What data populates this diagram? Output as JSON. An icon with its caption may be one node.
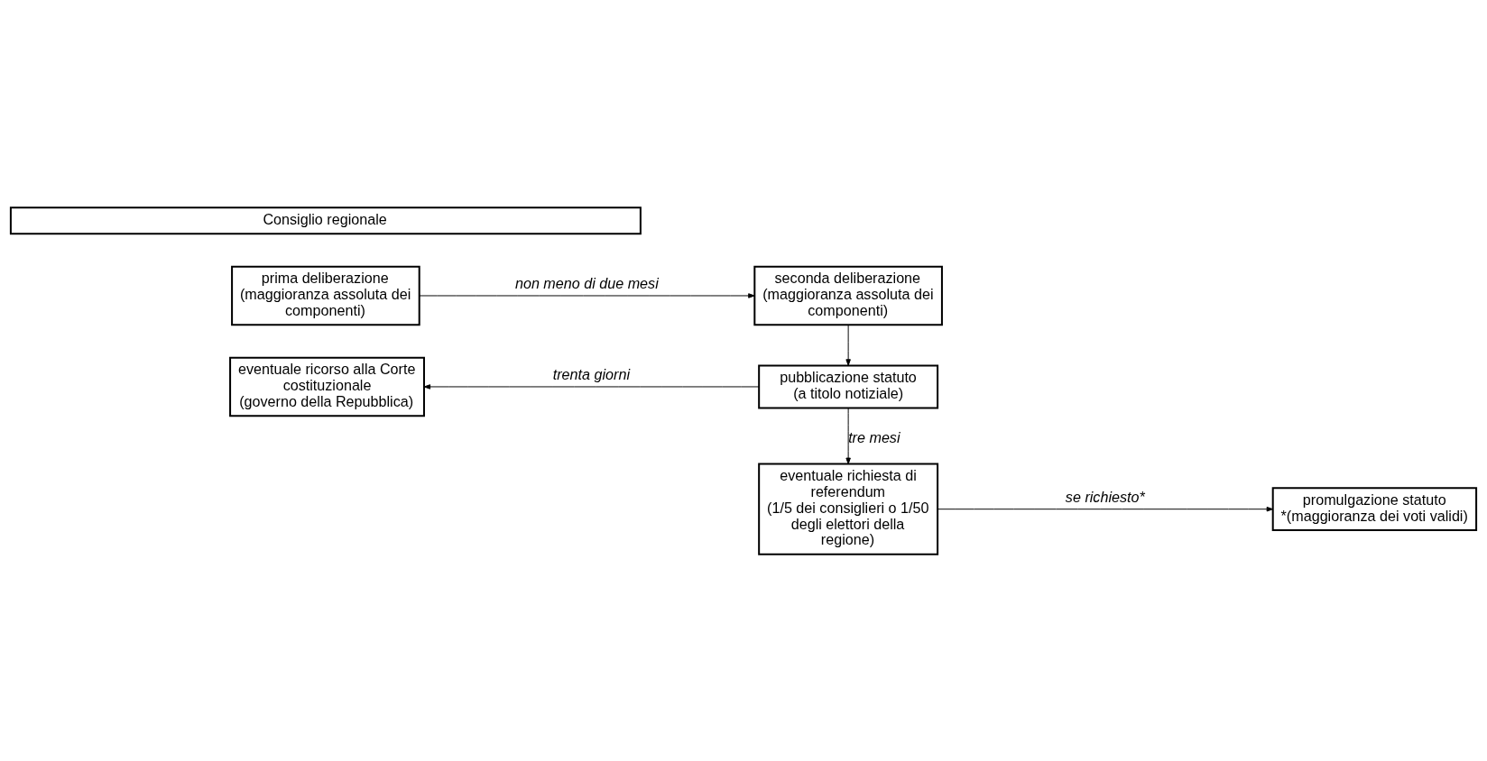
{
  "diagram": {
    "nodes": [
      {
        "text": [
          "Consiglio regionale"
        ]
      },
      {
        "text": [
          "prima deliberazione",
          "(maggioranza assoluta dei componenti)"
        ]
      },
      {
        "text": [
          "seconda deliberazione",
          "(maggioranza assoluta dei componenti)"
        ]
      },
      {
        "text": [
          "eventuale ricorso alla Corte costituzionale",
          "(governo della Repubblica)"
        ]
      },
      {
        "text": [
          "pubblicazione statuto",
          "(a titolo notiziale)"
        ]
      },
      {
        "text": [
          "eventuale richiesta di referendum",
          "(1/5 dei consiglieri o 1/50 degli elettori della regione)"
        ]
      },
      {
        "text": [
          "promulgazione statuto",
          "*(maggioranza dei voti validi)"
        ]
      }
    ],
    "edges": [
      {
        "from": 1,
        "to": 2,
        "arrow": "to",
        "label": "non meno di due mesi"
      },
      {
        "from": 2,
        "to": 4,
        "arrow": "to"
      },
      {
        "from": 4,
        "to": 3,
        "arrow": "to",
        "label": "trenta giorni"
      },
      {
        "from": 4,
        "to": 5,
        "arrow": "to",
        "label": "tre mesi"
      },
      {
        "from": 5,
        "to": 6,
        "arrow": "to",
        "label": "se richiesto*"
      }
    ]
  }
}
